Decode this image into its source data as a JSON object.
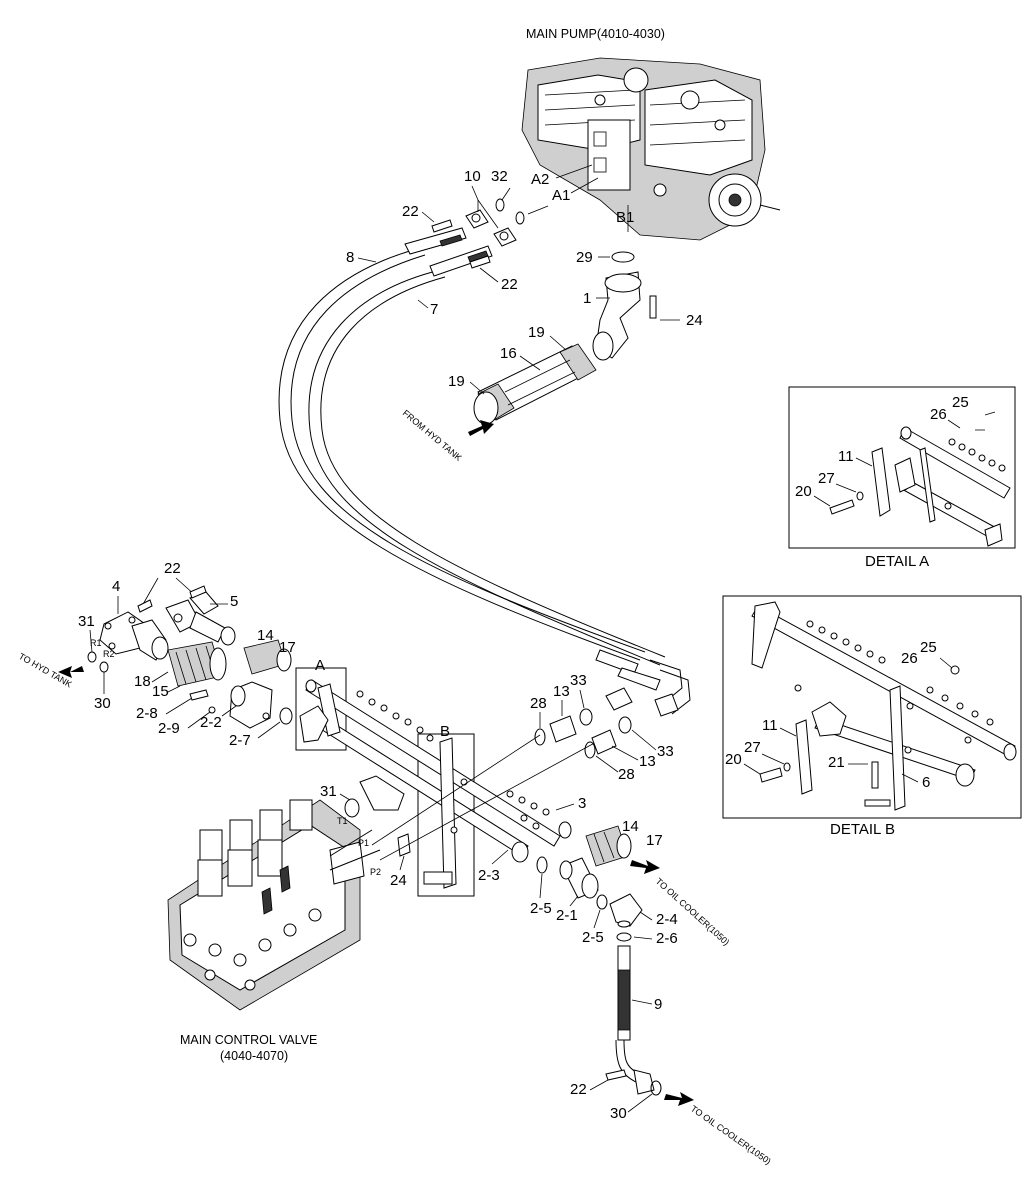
{
  "titles": {
    "main_pump": "MAIN PUMP(4010-4030)",
    "main_control_valve_line1": "MAIN CONTROL VALVE",
    "main_control_valve_line2": "(4040-4070)",
    "detail_a": "DETAIL A",
    "detail_b": "DETAIL B"
  },
  "flow_notes": {
    "from_hyd_tank": "FROM HYD TANK",
    "to_hyd_tank": "TO HYD TANK",
    "to_oil_cooler_1": "TO OIL COOLER(1050)",
    "to_oil_cooler_2": "TO OIL COOLER(1050)"
  },
  "port_labels": {
    "a1": "A1",
    "a2": "A2",
    "b1": "B1",
    "r1": "R1",
    "r2": "R2",
    "t1": "T1",
    "p1": "P1",
    "p2": "P2"
  },
  "section_labels": {
    "a": "A",
    "b": "B"
  },
  "callouts": {
    "n1": "1",
    "n2_1": "2-1",
    "n2_2": "2-2",
    "n2_3": "2-3",
    "n2_4": "2-4",
    "n2_5a": "2-5",
    "n2_5b": "2-5",
    "n2_6": "2-6",
    "n2_7": "2-7",
    "n2_8": "2-8",
    "n2_9": "2-9",
    "n3": "3",
    "n4": "4",
    "n5": "5",
    "n6": "6",
    "n7": "7",
    "n8": "8",
    "n9": "9",
    "n10": "10",
    "n11a": "11",
    "n11b": "11",
    "n13a": "13",
    "n13b": "13",
    "n14a": "14",
    "n14b": "14",
    "n15": "15",
    "n16": "16",
    "n17a": "17",
    "n17b": "17",
    "n18": "18",
    "n19a": "19",
    "n19b": "19",
    "n20a": "20",
    "n20b": "20",
    "n21": "21",
    "n22a": "22",
    "n22b": "22",
    "n22c": "22",
    "n22d": "22",
    "n24a": "24",
    "n24b": "24",
    "n25a": "25",
    "n25b": "25",
    "n26a": "26",
    "n26b": "26",
    "n27a": "27",
    "n27b": "27",
    "n28a": "28",
    "n28b": "28",
    "n29": "29",
    "n30a": "30",
    "n30b": "30",
    "n31a": "31",
    "n31b": "31",
    "n32": "32",
    "n33a": "33",
    "n33b": "33"
  },
  "colors": {
    "line": "#000000",
    "background": "#ffffff",
    "component_fill": "#cfcfcf"
  }
}
